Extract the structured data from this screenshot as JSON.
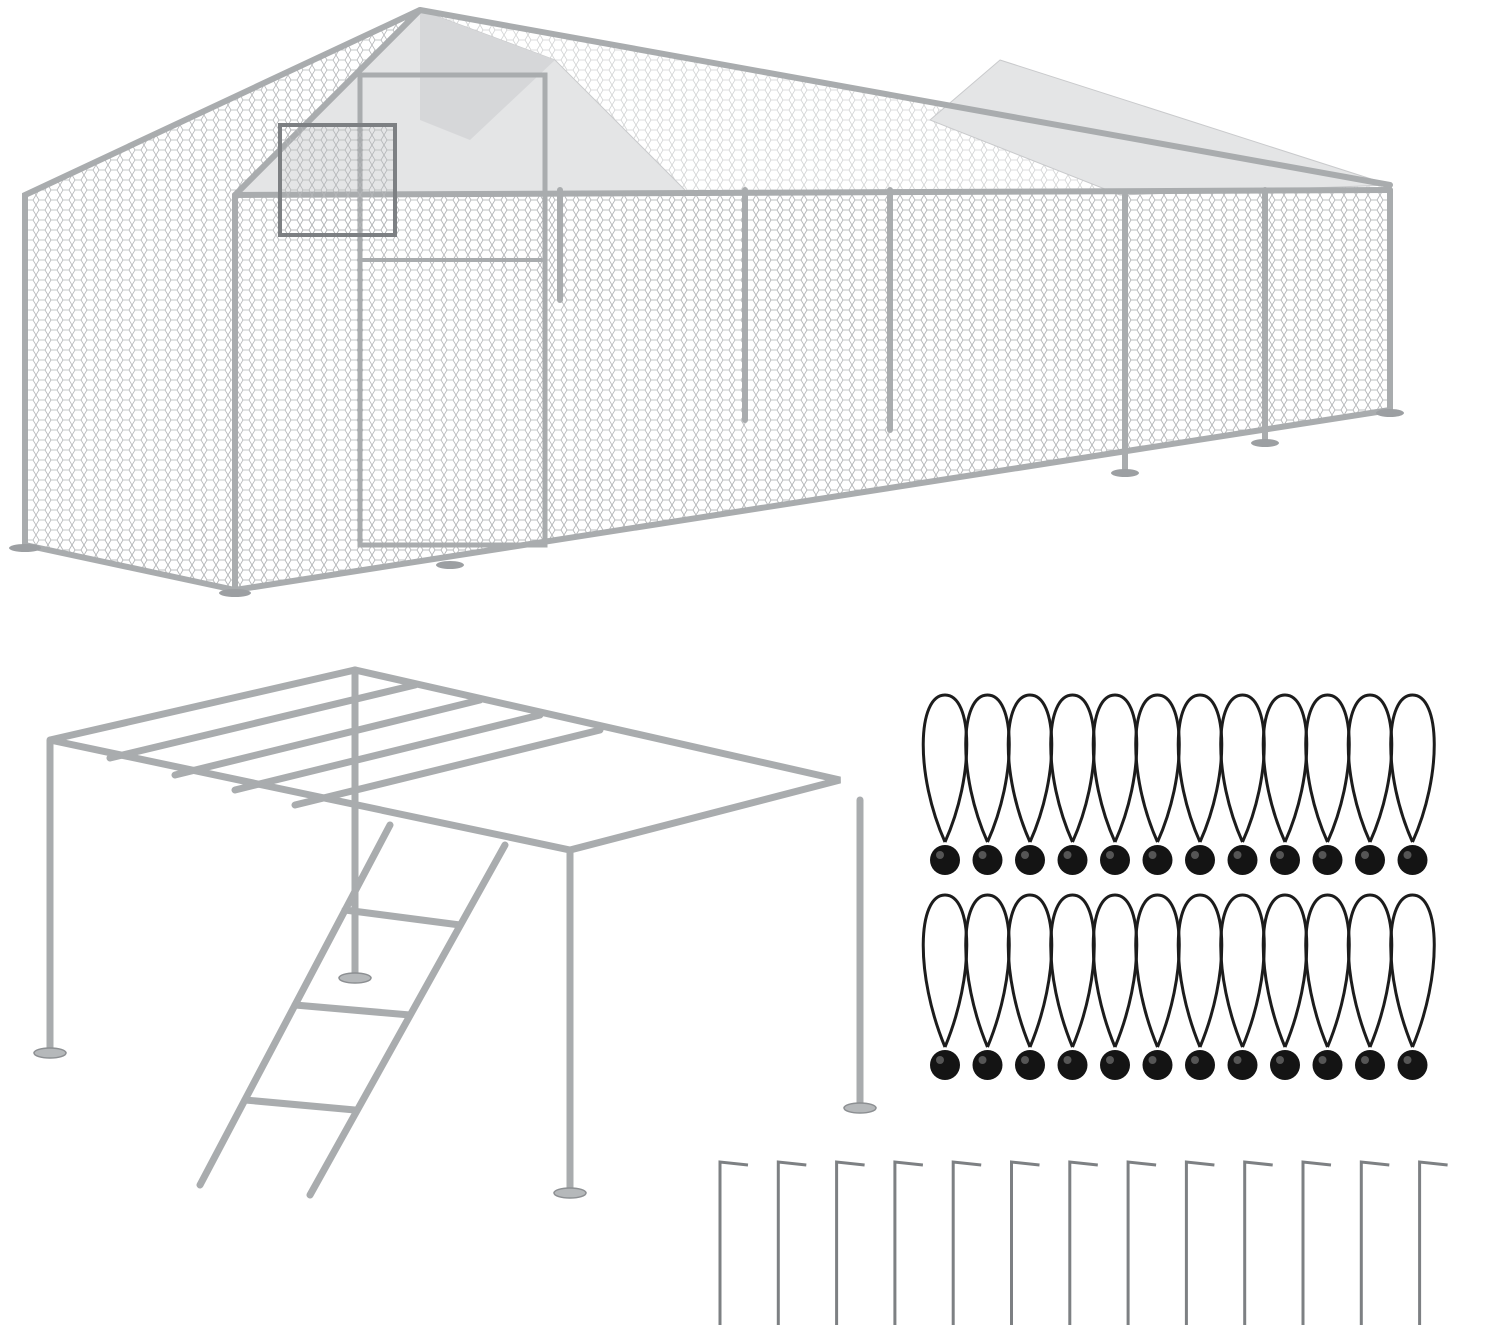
{
  "colors": {
    "background": "#ffffff",
    "frame_metal": "#a9acae",
    "frame_metal_dark": "#7d8083",
    "roof_cover": "#e4e5e6",
    "mesh": "#b4b6b8",
    "bungee_cord": "#1c1c1c",
    "bungee_ball": "#141414"
  },
  "accessories": {
    "bungee_rows": 2,
    "bungees_per_row": 12,
    "ground_stakes": 13
  }
}
